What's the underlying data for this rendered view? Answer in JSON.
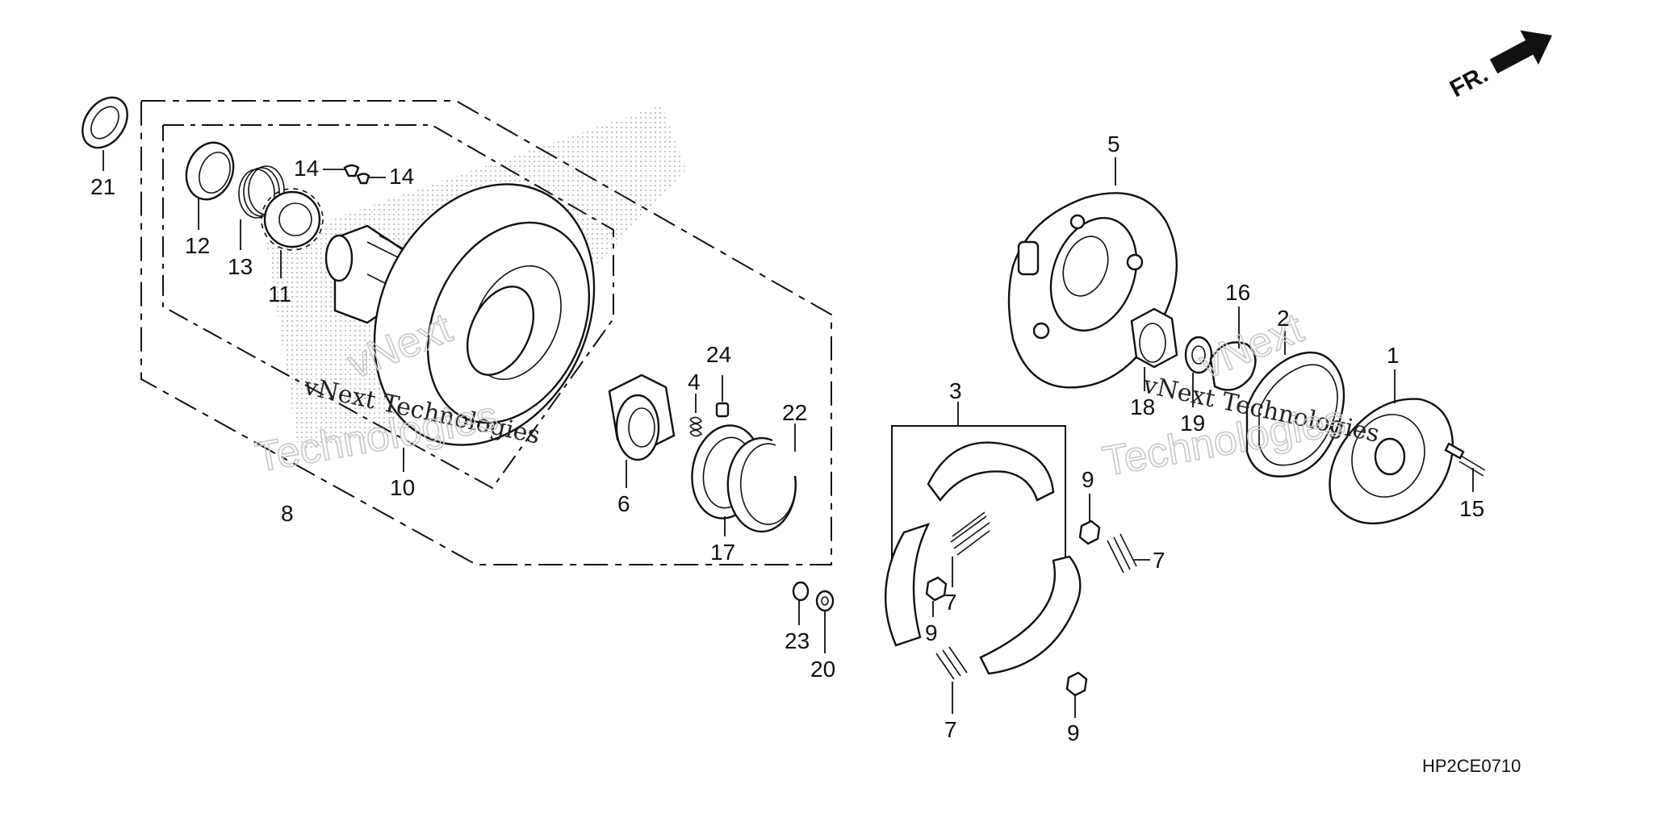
{
  "diagram_code": "HP2CE0710",
  "direction_label": "FR.",
  "watermark": {
    "line1": "vNext Technologies",
    "line2": "vNext",
    "line3": "Technologies"
  },
  "callouts": {
    "c1": "1",
    "c2": "2",
    "c3": "3",
    "c4": "4",
    "c5": "5",
    "c6": "6",
    "c7a": "7",
    "c7b": "7",
    "c7c": "7",
    "c8": "8",
    "c9a": "9",
    "c9b": "9",
    "c9c": "9",
    "c10": "10",
    "c11": "11",
    "c12": "12",
    "c13": "13",
    "c14a": "14",
    "c14b": "14",
    "c15": "15",
    "c16": "16",
    "c17": "17",
    "c18": "18",
    "c19": "19",
    "c20": "20",
    "c21": "21",
    "c22": "22",
    "c23": "23",
    "c24": "24"
  }
}
